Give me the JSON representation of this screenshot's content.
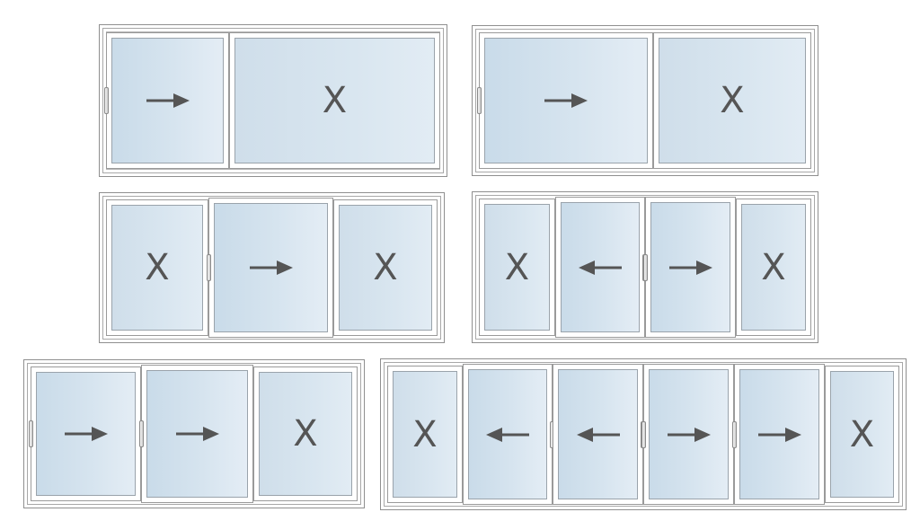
{
  "diagram": {
    "colors": {
      "glass": "#cfdeea",
      "frame": "#ffffff",
      "symbol": "#555555"
    },
    "units": [
      {
        "panels": [
          {
            "type": "slide",
            "direction": "right"
          },
          {
            "type": "fixed",
            "label": "X"
          }
        ]
      },
      {
        "panels": [
          {
            "type": "slide",
            "direction": "right"
          },
          {
            "type": "fixed",
            "label": "X"
          }
        ]
      },
      {
        "panels": [
          {
            "type": "fixed",
            "label": "X"
          },
          {
            "type": "slide",
            "direction": "right"
          },
          {
            "type": "fixed",
            "label": "X"
          }
        ]
      },
      {
        "panels": [
          {
            "type": "fixed",
            "label": "X"
          },
          {
            "type": "slide",
            "direction": "left"
          },
          {
            "type": "slide",
            "direction": "right"
          },
          {
            "type": "fixed",
            "label": "X"
          }
        ]
      },
      {
        "panels": [
          {
            "type": "slide",
            "direction": "right"
          },
          {
            "type": "slide",
            "direction": "right"
          },
          {
            "type": "fixed",
            "label": "X"
          }
        ]
      },
      {
        "panels": [
          {
            "type": "fixed",
            "label": "X"
          },
          {
            "type": "slide",
            "direction": "left"
          },
          {
            "type": "slide",
            "direction": "left"
          },
          {
            "type": "slide",
            "direction": "right"
          },
          {
            "type": "slide",
            "direction": "right"
          },
          {
            "type": "fixed",
            "label": "X"
          }
        ]
      }
    ]
  }
}
